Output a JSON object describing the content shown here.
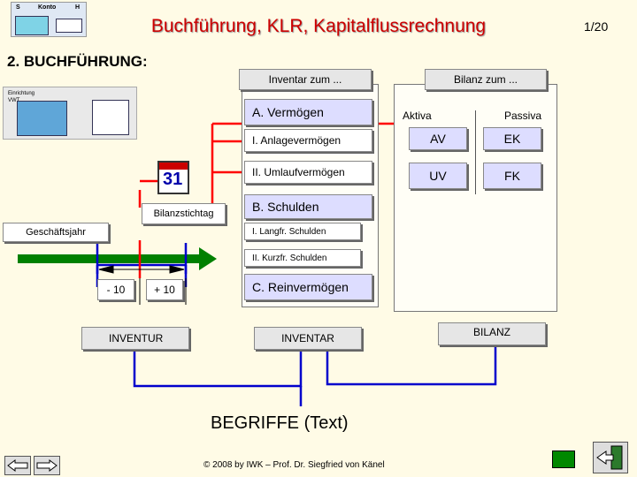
{
  "header": {
    "title": "Buchführung, KLR, Kapitalflussrechnung",
    "page": "1/20",
    "section": "2. BUCHFÜHRUNG:",
    "logo_labels": {
      "s": "S",
      "konto": "Konto",
      "h": "H"
    }
  },
  "diagram": {
    "inventar_header": "Inventar zum ...",
    "bilanz_header": "Bilanz zum ...",
    "vermoegen": "A. Vermögen",
    "anlagevermoegen": "I. Anlagevermögen",
    "umlaufvermoegen": "II. Umlaufvermögen",
    "schulden": "B. Schulden",
    "langfr": "I. Langfr. Schulden",
    "kurzfr": "II. Kurzfr. Schulden",
    "reinvermoegen": "C. Reinvermögen",
    "aktiva": "Aktiva",
    "passiva": "Passiva",
    "av": "AV",
    "ek": "EK",
    "uv": "UV",
    "fk": "FK",
    "bilanzstichtag": "Bilanzstichtag",
    "geschaeftsjahr": "Geschäftsjahr",
    "minus10": "- 10",
    "plus10": "+ 10",
    "inventur": "INVENTUR",
    "inventar": "INVENTAR",
    "bilanz": "BILANZ",
    "calendar_day": "31",
    "building_label": "Einrichtung VWT"
  },
  "footer": {
    "begriffe": "BEGRIFFE (Text)",
    "copyright": "© 2008 by IWK – Prof. Dr. Siegfried von Känel"
  },
  "colors": {
    "title": "#cc0000",
    "red_lines": "#ff0000",
    "blue_lines": "#0000cc",
    "green_arrow": "#008000",
    "lavender": "#ddddff"
  }
}
